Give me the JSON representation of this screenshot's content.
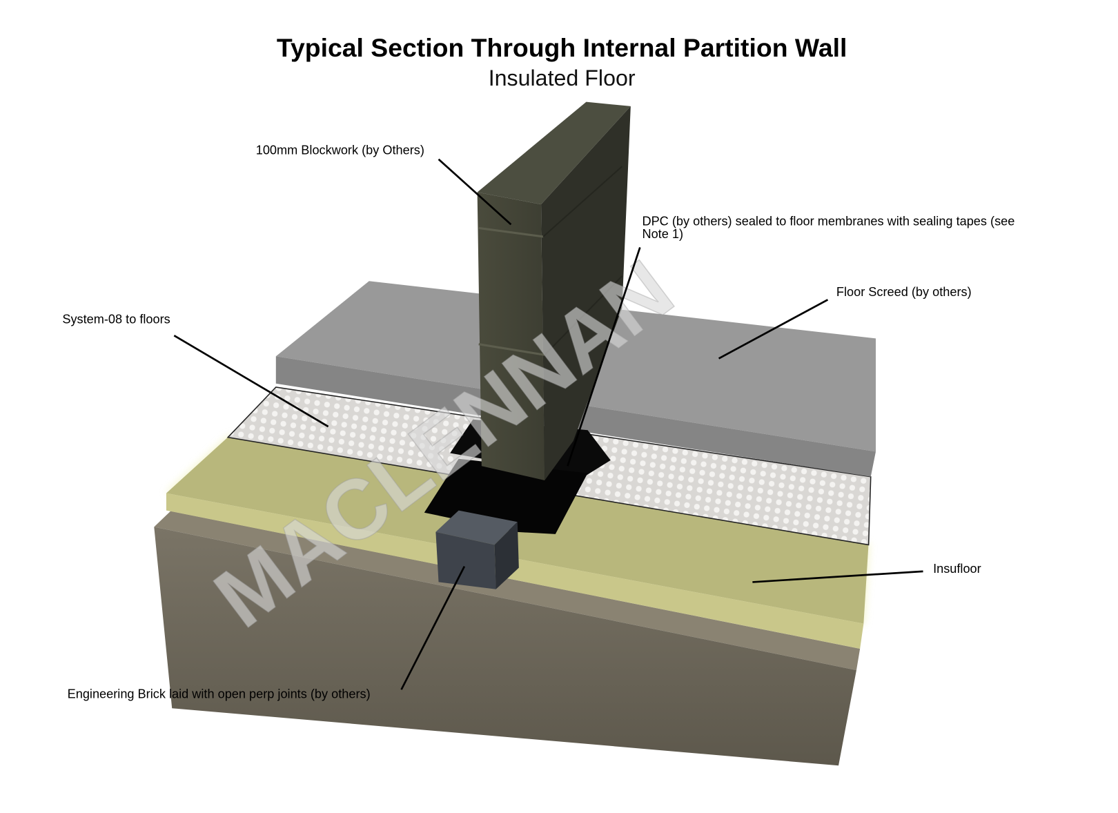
{
  "title": "Typical Section Through Internal Partition Wall",
  "subtitle": "Insulated Floor",
  "watermark": "MACLENNAN",
  "labels": {
    "blockwork": "100mm Blockwork (by Others)",
    "dpc_line1": "DPC (by others) sealed to floor membranes with sealing tapes (see",
    "dpc_line2": "Note 1)",
    "screed": "Floor Screed (by others)",
    "system08": "System-08 to floors",
    "insufloor": "Insufloor",
    "brick": "Engineering Brick laid with open perp joints (by others)"
  },
  "colors": {
    "concrete": "#6b6558",
    "insulation": "#b6b57a",
    "membrane": "#e4e2e0",
    "screed": "#8f8f8f",
    "blockwork": "#3a3b30",
    "dpc": "#0a0a0a",
    "brick": "#3c4148"
  }
}
